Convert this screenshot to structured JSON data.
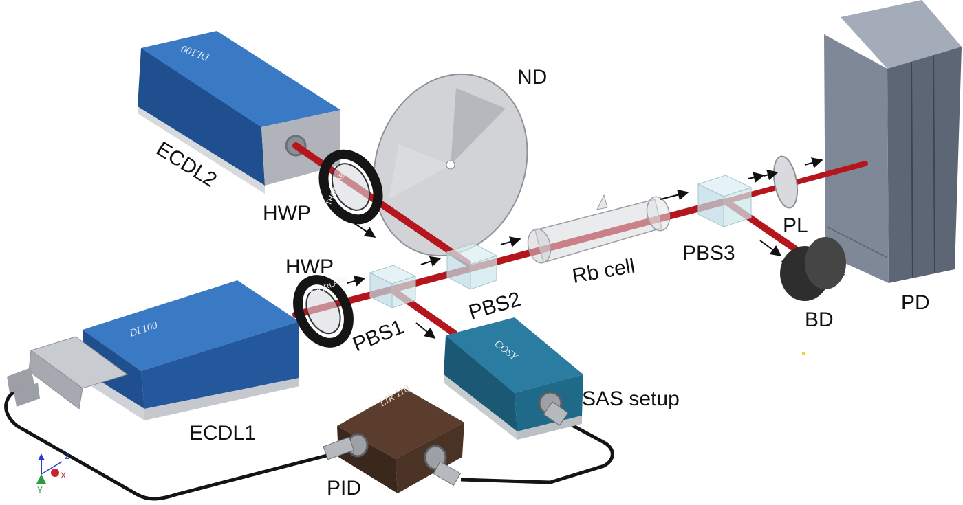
{
  "labels": {
    "nd": "ND",
    "ecdl2": "ECDL2",
    "hwp_top": "HWP",
    "hwp_bottom": "HWP",
    "ecdl1": "ECDL1",
    "pbs1": "PBS1",
    "pbs2": "PBS2",
    "pbs3": "PBS3",
    "rb_cell": "Rb cell",
    "pl": "PL",
    "pd": "PD",
    "bd": "BD",
    "sas_setup": "SAS setup",
    "pid": "PID"
  },
  "device_markings": {
    "ecdl2_top": "DL100",
    "ecdl1_top": "DL100",
    "sas_top": "COSY",
    "pid_top": "LIR 110",
    "hwp_ring_top": "THORLABS",
    "hwp_ring_bottom": "THORLABS"
  },
  "axis_triad": {
    "z": "Z",
    "x": "X",
    "y": "Y"
  },
  "colors": {
    "laser_red": "#b5161d",
    "laser_blue_box": "#2f65ad",
    "sas_teal": "#1f6c8a",
    "pid_brown": "#4e3426",
    "pd_gray": "#7b8595",
    "beam_dump": "#2b2b2b",
    "cube_glass": "#c9e4ea"
  }
}
